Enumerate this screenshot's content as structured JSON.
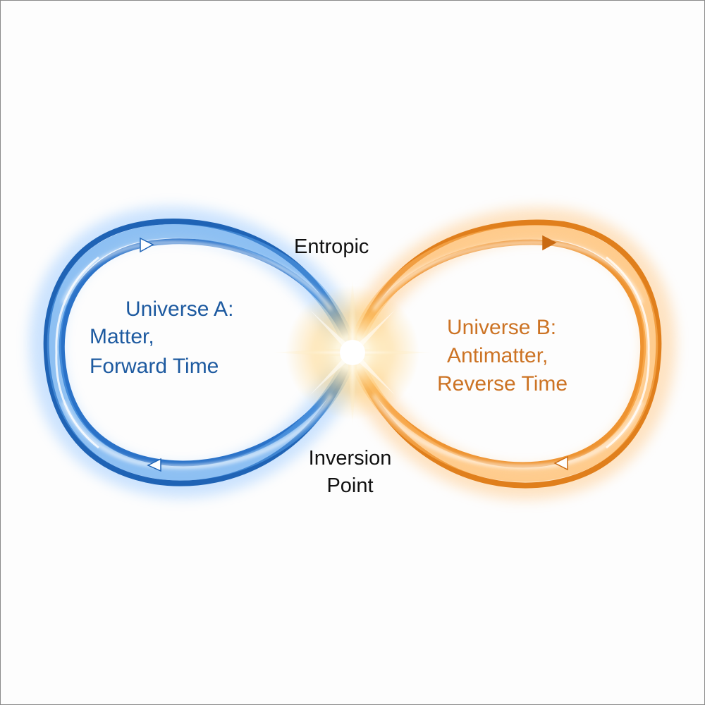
{
  "diagram": {
    "top_label": "Entropic",
    "center_label_line1": "Inversion",
    "center_label_line2": "Point",
    "universe_a": {
      "line1": "Universe A:",
      "line2": "Matter,",
      "line3": "Forward Time",
      "color": "#2a6fc4"
    },
    "universe_b": {
      "line1": "Universe B:",
      "line2": "Antimatter,",
      "line3": "Reverse Time",
      "color": "#e8922e"
    },
    "center_glow_color": "#ffd27a",
    "icons": {
      "a_top_arrow": "arrow-right-icon",
      "a_bottom_arrow": "arrow-left-icon",
      "b_top_arrow": "arrow-right-icon",
      "b_bottom_arrow": "arrow-left-icon",
      "center": "starburst-icon"
    }
  }
}
